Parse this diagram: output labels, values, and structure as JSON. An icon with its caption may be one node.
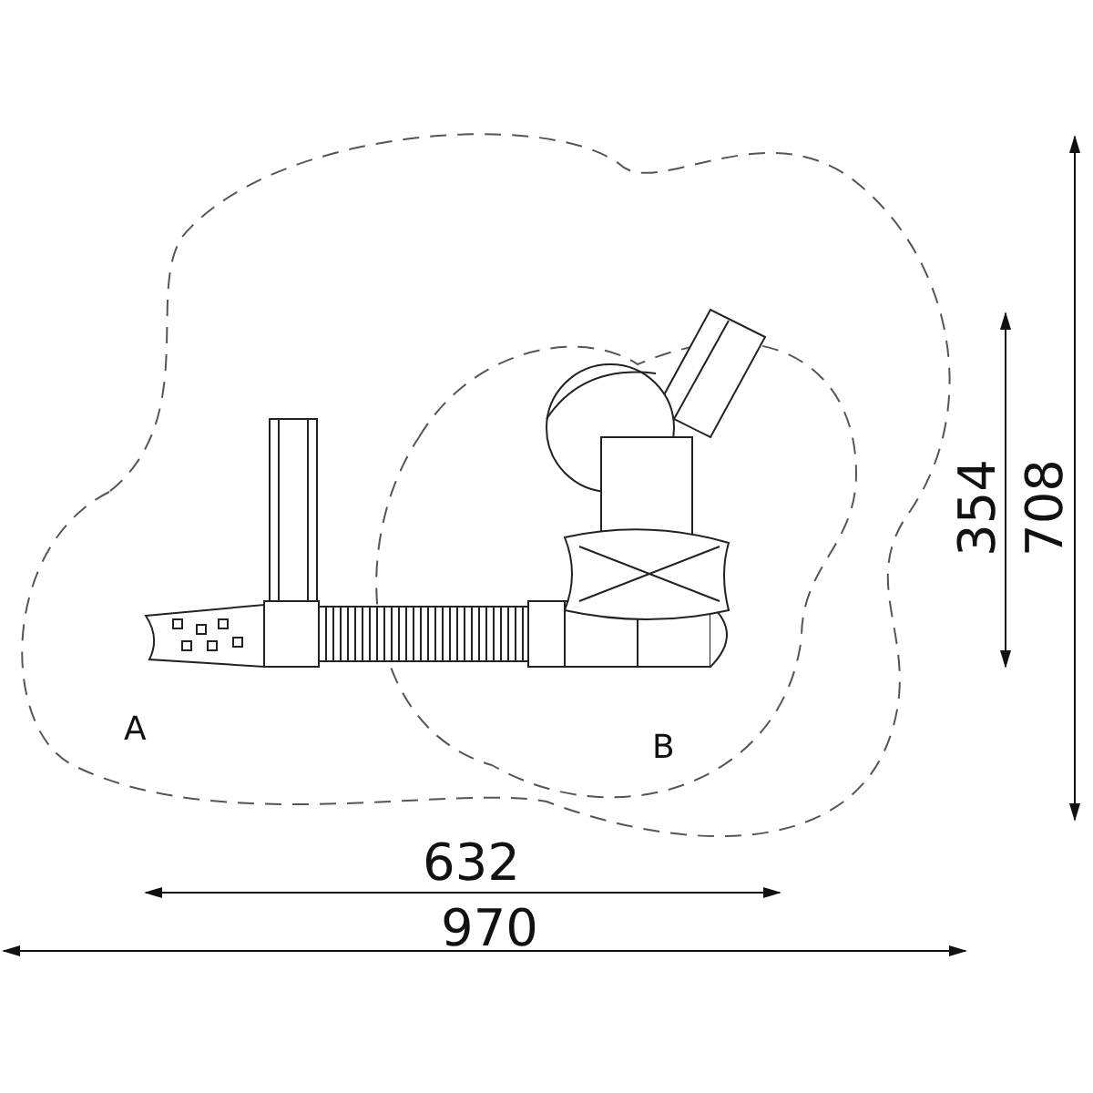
{
  "diagram": {
    "labels": [
      "354",
      "708",
      "A",
      "B",
      "632",
      "970"
    ]
  }
}
